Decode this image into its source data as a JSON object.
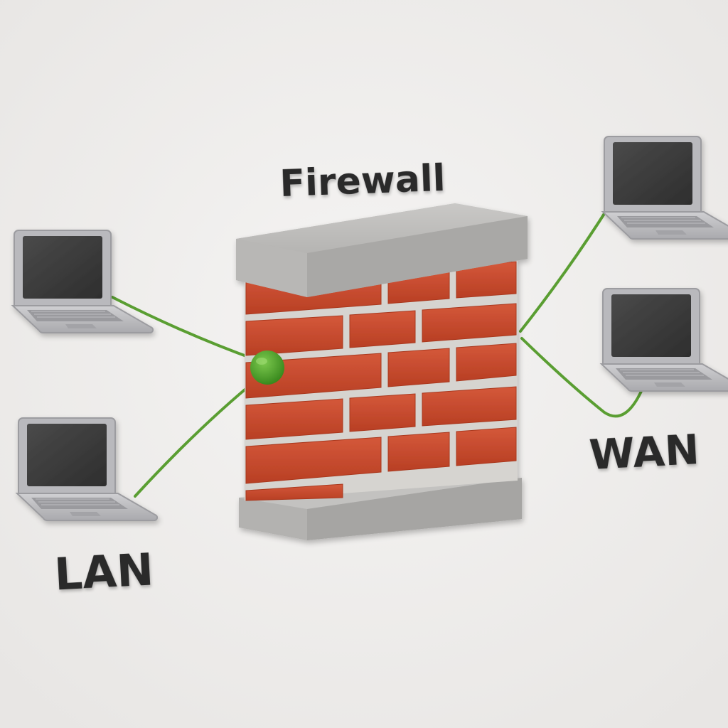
{
  "diagram": {
    "title": "Firewall",
    "lan_label": "LAN",
    "wan_label": "WAN"
  },
  "colors": {
    "background": "#efedec",
    "brick": "#c8492c",
    "mortar": "#d8d6d2",
    "cap": "#b9b8b6",
    "cable": "#5a9e32",
    "node": "#4a9e2a",
    "laptop_body": "#b8b8bc",
    "laptop_screen": "#3a3a3a",
    "label_text": "#2c2c2c"
  },
  "devices": [
    {
      "role": "lan-laptop",
      "icon": "laptop-icon"
    },
    {
      "role": "lan-laptop",
      "icon": "laptop-icon"
    },
    {
      "role": "wan-laptop",
      "icon": "laptop-icon"
    },
    {
      "role": "wan-laptop",
      "icon": "laptop-icon"
    }
  ]
}
